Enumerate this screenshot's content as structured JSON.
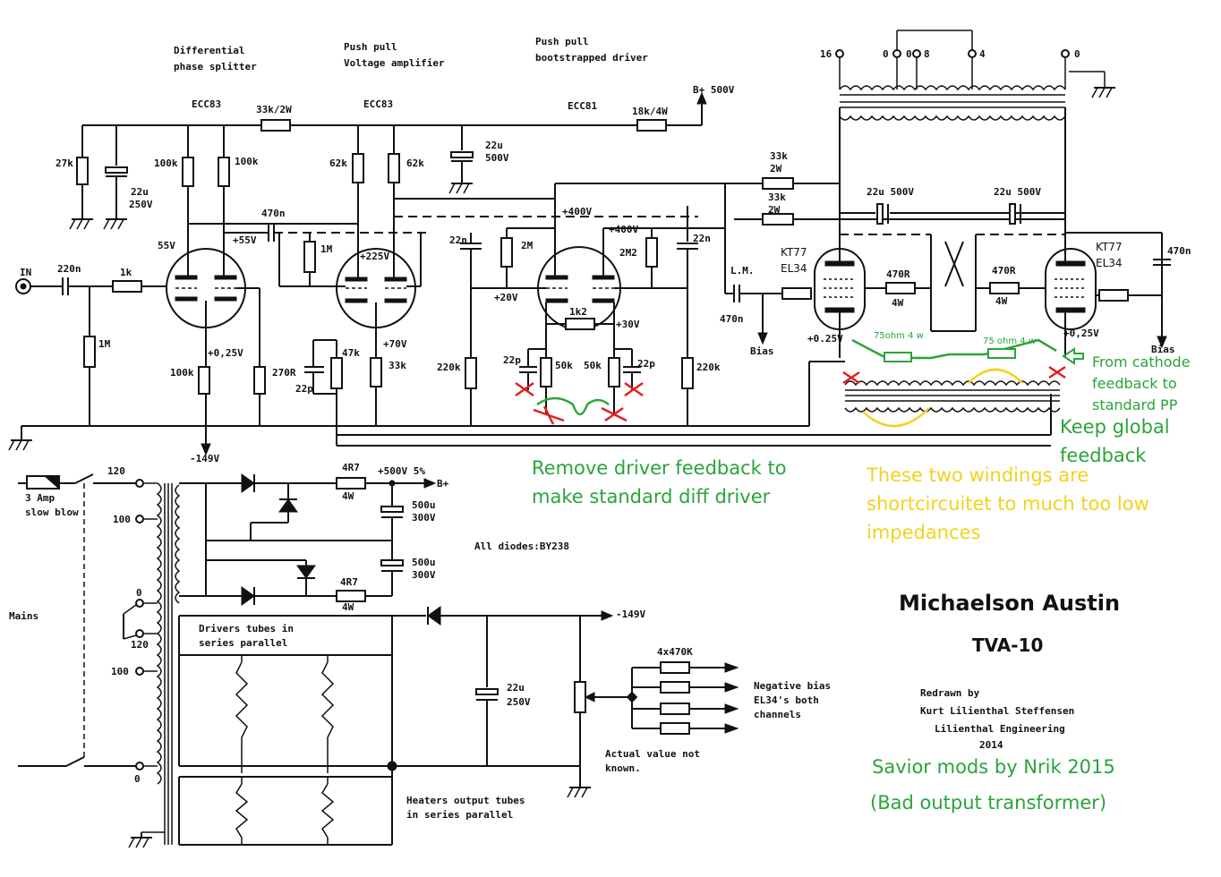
{
  "labels": {
    "diff_phase_splitter_1": "Differential",
    "diff_phase_splitter_2": "phase splitter",
    "push_pull_va_1": "Push pull",
    "push_pull_va_2": "Voltage amplifier",
    "push_pull_bd_1": "Push pull",
    "push_pull_bd_2": "bootstrapped driver",
    "ecc83_a": "ECC83",
    "ecc83_b": "ECC83",
    "ecc81": "ECC81",
    "r_33k2w": "33k/2W",
    "r_18k4w": "18k/4W",
    "bplus_500": "B+ 500V",
    "r_27k": "27k",
    "c_22u_1": "22u",
    "c_250v_1": "250V",
    "r_100k_a": "100k",
    "r_100k_b": "100k",
    "r_62k_a": "62k",
    "r_62k_b": "62k",
    "c_22u_2": "22u",
    "c_500v_2": "500V",
    "c_470n_a": "470n",
    "v_55a": "55V",
    "v_55b": "+55V",
    "r_1m_a": "1M",
    "v_225": "+225V",
    "c_22n_a": "22n",
    "r_2m": "2M",
    "v_400a": "+400V",
    "v_400b": "+400V",
    "r_2m2": "2M2",
    "c_22n_b": "22n",
    "r_33k_a1": "33k",
    "r_33k_a2": "2W",
    "r_33k_b1": "33k",
    "r_33k_b2": "2W",
    "c_22u500_a": "22u 500V",
    "c_22u500_b": "22u 500V",
    "kt77_a": "KT77",
    "el34_a": "EL34",
    "kt77_b": "KT77",
    "el34_b": "EL34",
    "c_470n_b": "470n",
    "in_label": "IN",
    "c_220n": "220n",
    "r_1k": "1k",
    "r_1m_b": "1M",
    "v_025a": "+0,25V",
    "r_100k_c": "100k",
    "r_270r": "270R",
    "r_47k": "47k",
    "c_22p_a": "22p",
    "v_70": "+70V",
    "r_33k_c": "33k",
    "v_20": "+20V",
    "r_1k2": "1k2",
    "v_30": "+30V",
    "r_220k_a": "220k",
    "c_22p_b": "22p",
    "r_50k_a": "50k",
    "r_50k_b": "50k",
    "c_22p_c": "22p",
    "r_220k_b": "220k",
    "lm_label": "L.M.",
    "c_470n_c": "470n",
    "bias_a": "Bias",
    "v_025b": "+0.25V",
    "r_470r_a": "470R",
    "r_470r_a2": "4W",
    "r_470r_b": "470R",
    "r_470r_b2": "4W",
    "v_025c": "+0,25V",
    "bias_b": "Bias",
    "v_neg149a": "-149V",
    "tap_16": "16",
    "tap_0a": "0",
    "tap_0b": "0",
    "tap_8": "8",
    "tap_4": "4",
    "tap_0c": "0",
    "fuse_1": "3 Amp",
    "fuse_2": "slow blow",
    "mains": "Mains",
    "tap_120a": "120",
    "tap_100a": "100",
    "tap_0d": "0",
    "tap_120b": "120",
    "tap_100b": "100",
    "tap_0e": "0",
    "r_4r7_a": "4R7",
    "r_4r7_a2": "4W",
    "v_500": "+500V 5%",
    "bplus": "B+",
    "c_500u_a": "500u",
    "c_300v_a": "300V",
    "c_500u_b": "500u",
    "c_300v_b": "300V",
    "all_diodes": "All diodes:BY238",
    "r_4r7_b": "4R7",
    "r_4r7_b2": "4W",
    "v_neg149b": "-149V",
    "drivers_1": "Drivers tubes in",
    "drivers_2": "series parallel",
    "c_22u_3": "22u",
    "c_250v_3": "250V",
    "r_4x470k": "4x470K",
    "neg_bias_1": "Negative bias",
    "neg_bias_2": "EL34's both",
    "neg_bias_3": "channels",
    "actual_1": "Actual value not",
    "actual_2": "known.",
    "heaters_1": "Heaters output tubes",
    "heaters_2": "in series parallel",
    "title": "Michaelson Austin",
    "model": "TVA-10",
    "redrawn_1": "Redrawn by",
    "redrawn_2": "Kurt Lilienthal Steffensen",
    "redrawn_3": "Lilienthal Engineering",
    "redrawn_4": "2014",
    "green_remove_1": "Remove driver feedback to",
    "green_remove_2": "make standard diff driver",
    "green_cathode_1": "From cathode",
    "green_cathode_2": "feedback to",
    "green_cathode_3": "standard PP",
    "green_keep_1": "Keep global",
    "green_keep_2": "feedback",
    "green_75a": "75ohm 4 w",
    "green_75b": "75 ohm 4 w",
    "green_savior": "Savior mods by Nrik 2015",
    "green_bad": "(Bad output transformer)",
    "yellow_1": "These two windings are",
    "yellow_2": "shortcircuitet to much too low",
    "yellow_3": "impedances"
  },
  "colors": {
    "annotation_green": "#2aa43a",
    "annotation_yellow": "#f2d21e",
    "cross_red": "#e02020",
    "line": "#111111"
  }
}
